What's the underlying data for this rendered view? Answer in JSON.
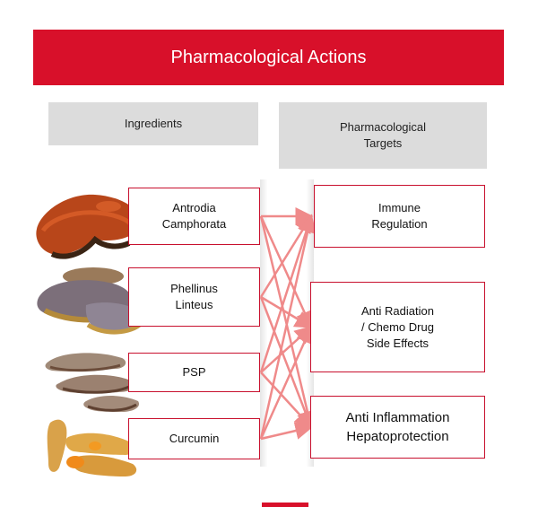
{
  "title": "Pharmacological Actions",
  "headers": {
    "ingredients": "Ingredients",
    "targets": "Pharmacological\nTargets"
  },
  "ingredients": [
    {
      "label": "Antrodia\nCamphorata",
      "image": "antrodia-mushroom-icon"
    },
    {
      "label": "Phellinus\nLinteus",
      "image": "phellinus-mushroom-icon"
    },
    {
      "label": "PSP",
      "image": "psp-mushroom-icon"
    },
    {
      "label": "Curcumin",
      "image": "turmeric-root-icon"
    }
  ],
  "targets": [
    {
      "label": "Immune\nRegulation"
    },
    {
      "label": "Anti Radiation\n/ Chemo Drug\nSide Effects"
    },
    {
      "label": "Anti Inflammation\nHepatoprotection"
    }
  ],
  "connections": [
    [
      0,
      0
    ],
    [
      0,
      1
    ],
    [
      0,
      2
    ],
    [
      1,
      0
    ],
    [
      1,
      1
    ],
    [
      1,
      2
    ],
    [
      2,
      0
    ],
    [
      2,
      1
    ],
    [
      2,
      2
    ],
    [
      3,
      0
    ],
    [
      3,
      1
    ],
    [
      3,
      2
    ]
  ],
  "colors": {
    "accent": "#d8102a",
    "header_gray": "#dcdcdc",
    "arrow": "#ef8a8a"
  }
}
